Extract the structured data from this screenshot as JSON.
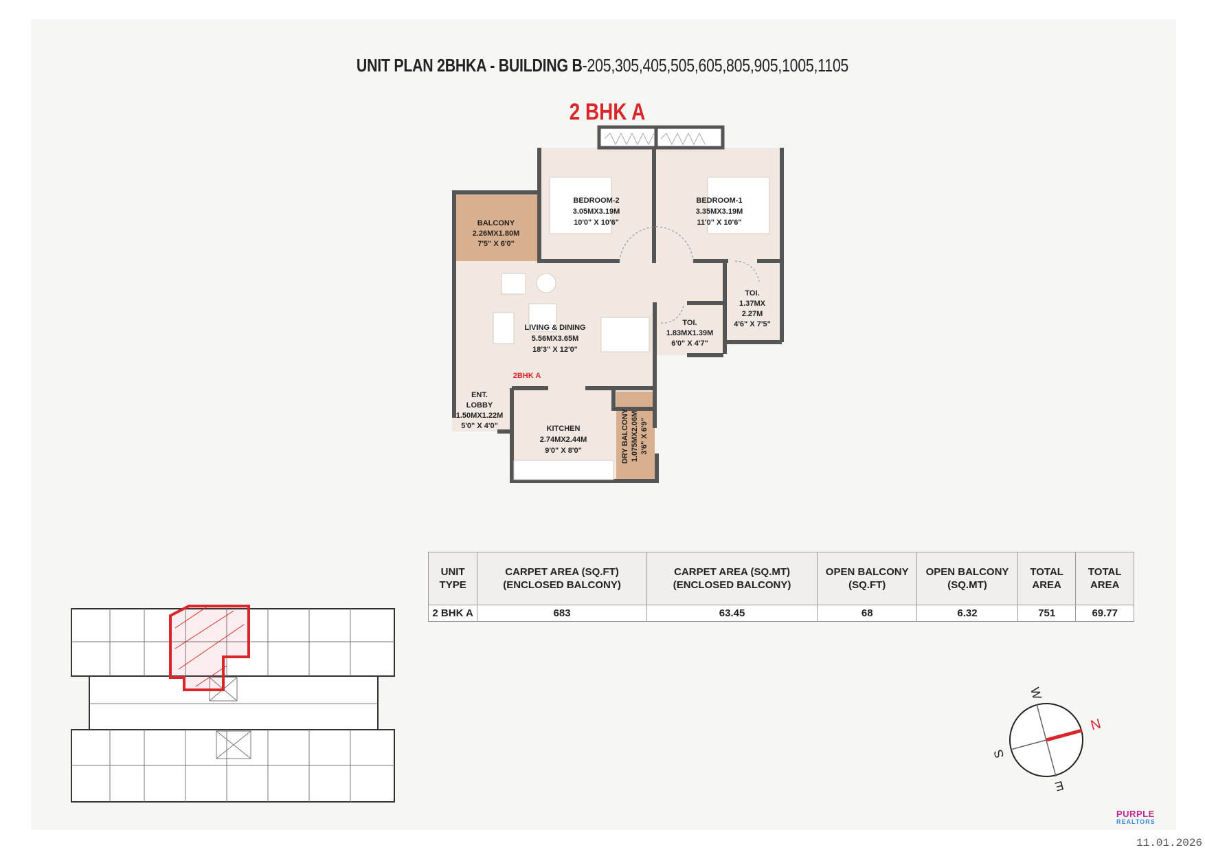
{
  "header": {
    "title_bold": "UNIT PLAN 2BHKA - BUILDING B",
    "title_units": "-205,305,405,505,605,805,905,1005,1105",
    "unit_label": "2 BHK A"
  },
  "rooms": {
    "bedroom2": {
      "name": "BEDROOM-2",
      "metric": "3.05MX3.19M",
      "imperial": "10'0\" X 10'6\""
    },
    "bedroom1": {
      "name": "BEDROOM-1",
      "metric": "3.35MX3.19M",
      "imperial": "11'0\" X 10'6\""
    },
    "balcony": {
      "name": "BALCONY",
      "metric": "2.26MX1.80M",
      "imperial": "7'5\" X 6'0\""
    },
    "living": {
      "name": "LIVING & DINING",
      "metric": "5.56MX3.65M",
      "imperial": "18'3\" X 12'0\""
    },
    "toilet1": {
      "name": "TOI.",
      "metric_a": "1.37MX",
      "metric_b": "2.27M",
      "imperial": "4'6\" X 7'5\""
    },
    "toilet2": {
      "name": "TOI.",
      "metric": "1.83MX1.39M",
      "imperial": "6'0\" X 4'7\""
    },
    "lobby": {
      "name_a": "ENT.",
      "name_b": "LOBBY",
      "metric": "1.50MX1.22M",
      "imperial": "5'0\" X 4'0\""
    },
    "kitchen": {
      "name": "KITCHEN",
      "metric": "2.74MX2.44M",
      "imperial": "9'0\" X 8'0\""
    },
    "dry_balcony": {
      "name": "DRY BALCONY",
      "metric": "1.075MX2.06M",
      "imperial": "3'6\" X 6'9\""
    },
    "unit_tag": "2BHK A"
  },
  "table": {
    "headers": [
      "UNIT TYPE",
      "CARPET AREA (SQ.FT) (ENCLOSED BALCONY)",
      "CARPET AREA (SQ.MT) (ENCLOSED BALCONY)",
      "OPEN BALCONY (SQ.FT)",
      "OPEN BALCONY (SQ.MT)",
      "TOTAL AREA",
      "TOTAL AREA"
    ],
    "rows": [
      [
        "2 BHK A",
        "683",
        "63.45",
        "68",
        "6.32",
        "751",
        "69.77"
      ]
    ]
  },
  "compass": {
    "n": "N",
    "s": "S",
    "e": "E",
    "w": "W"
  },
  "logo": {
    "line1": "PURPLE",
    "line2": "REALTORS"
  },
  "date": "11.01.2026",
  "colors": {
    "accent": "#d9262b",
    "balcony": "#d9b08f",
    "room": "#f1e8e2",
    "wall": "#555555"
  }
}
